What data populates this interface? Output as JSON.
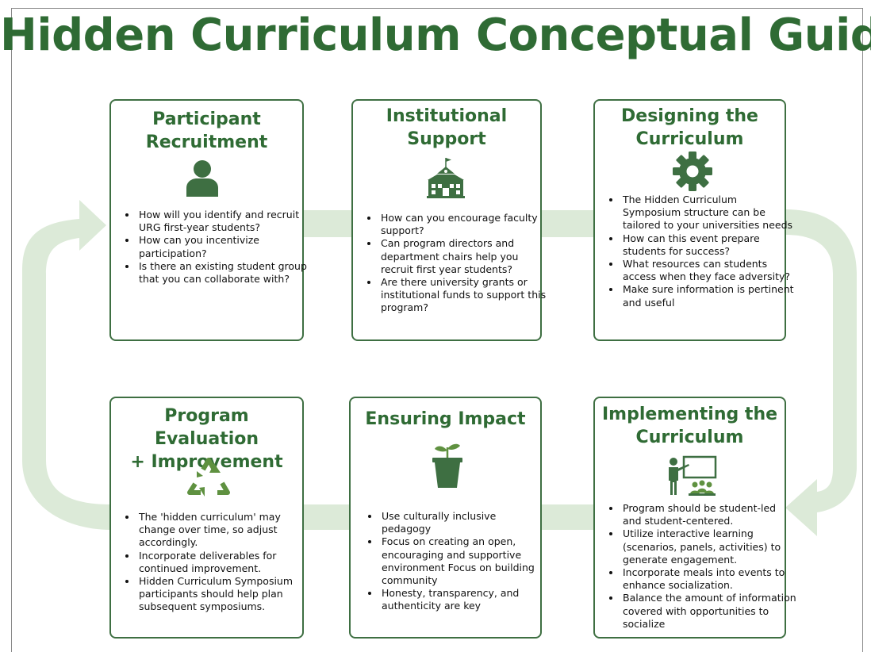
{
  "title": "Hidden Curriculum Conceptual Guide",
  "accent_color": "#2f6b34",
  "cycle_arrow_color": "#dcead8",
  "cards": [
    {
      "title_lines": [
        "Participant",
        "Recruitment"
      ],
      "icon": "person-icon",
      "bullets": [
        "How will you identify and recruit URG first-year students?",
        "How can you incentivize participation?",
        "Is there an existing student group that you can collaborate with?"
      ]
    },
    {
      "title_lines": [
        "Institutional",
        "Support"
      ],
      "icon": "school-building-icon",
      "bullets": [
        "How can you encourage faculty support?",
        "Can program directors and department chairs help you recruit first year students?",
        "Are there university grants or institutional funds to support this program?"
      ]
    },
    {
      "title_lines": [
        "Designing the",
        "Curriculum"
      ],
      "icon": "gear-icon",
      "bullets": [
        "The Hidden Curriculum Symposium structure can be tailored to your universities needs",
        "How can this event prepare students for success?",
        "What resources can students access when they face adversity?",
        "Make sure information is pertinent and useful"
      ]
    },
    {
      "title_lines": [
        "Program Evaluation",
        "+ Improvement"
      ],
      "icon": "recycle-icon",
      "bullets": [
        "The 'hidden curriculum' may change over time, so adjust accordingly.",
        "Incorporate deliverables for continued improvement.",
        "Hidden Curriculum Symposium participants should help plan subsequent symposiums."
      ]
    },
    {
      "title_lines": [
        "Ensuring Impact"
      ],
      "icon": "potted-plant-icon",
      "bullets": [
        "Use culturally inclusive pedagogy",
        "Focus on creating an open, encouraging and supportive environment Focus on building community",
        "Honesty, transparency, and authenticity are key"
      ]
    },
    {
      "title_lines": [
        "Implementing the",
        "Curriculum"
      ],
      "icon": "teacher-at-board-icon",
      "bullets": [
        "Program should be student-led and student-centered.",
        "Utilize interactive learning (scenarios, panels, activities) to generate engagement.",
        "Incorporate meals into events to enhance socialization.",
        "Balance the amount of information covered with opportunities to socialize"
      ]
    }
  ]
}
